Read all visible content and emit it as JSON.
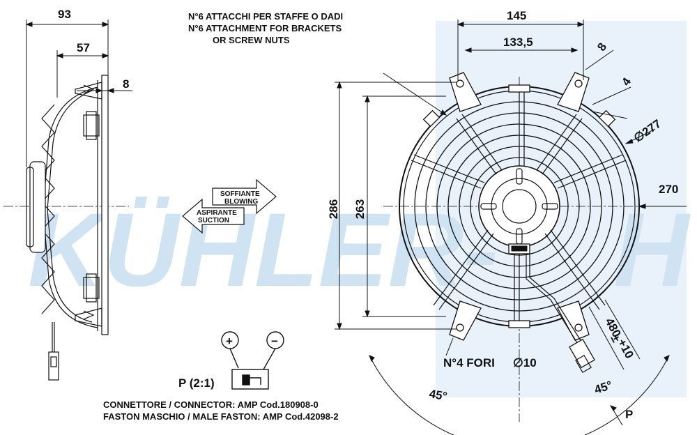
{
  "watermark": "KÜHLER-",
  "watermark_tail": "H",
  "dimensions": {
    "width_93": "93",
    "width_57": "57",
    "thick_8": "8",
    "span_145": "145",
    "span_133": "133,5",
    "slot_8": "8",
    "slot_4": "4",
    "diam_277": "∅277",
    "diam_270": "270",
    "height_286": "286",
    "height_263": "263",
    "cable_480": "480",
    "cable_tol": "+10",
    "cable_tol_sign": "±",
    "angle_left": "45°",
    "angle_right": "45°"
  },
  "notes": {
    "attach_it": "N°6 ATTACCHI PER STAFFE O DADI",
    "attach_en": "N°6 ATTACHMENT FOR BRACKETS",
    "attach_en2": "OR SCREW NUTS",
    "holes": "N°4 FORI",
    "holes_diam": "∅10",
    "p_scale": "P (2:1)",
    "p_mark": "P",
    "connector_line": "CONNETTORE / CONNECTOR:  AMP Cod.180908-0",
    "faston_line": "FASTON MASCHIO / MALE FASTON:  AMP Cod.42098-2"
  },
  "airflow": {
    "blowing_it": "SOFFIANTE",
    "blowing_en": "BLOWING",
    "suction_it": "ASPIRANTE",
    "suction_en": "SUCTION"
  },
  "polarity": {
    "plus": "+",
    "minus": "−"
  },
  "colors": {
    "line": "#111111",
    "watermark": "#cfe3f2",
    "watermark_panel": "#e4eff8"
  }
}
